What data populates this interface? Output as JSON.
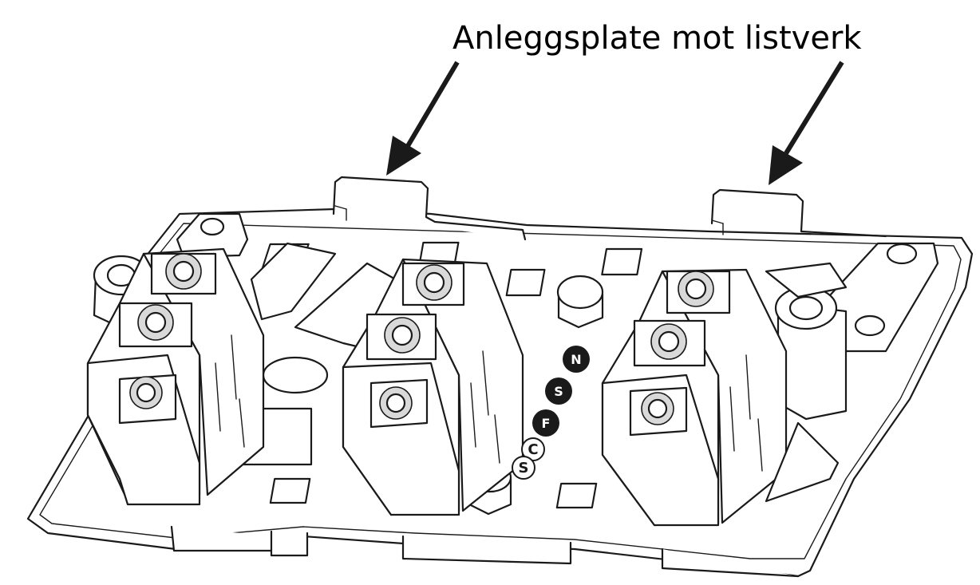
{
  "callout": {
    "label": "Anleggsplate mot listverk",
    "arrow_color": "#1a1a1a"
  },
  "terminal_markings": {
    "marks": [
      "N",
      "S",
      "F",
      "C",
      "S"
    ]
  },
  "colors": {
    "line": "#1a1a1a",
    "fill": "#ffffff",
    "shade": "#d9d9d9"
  }
}
